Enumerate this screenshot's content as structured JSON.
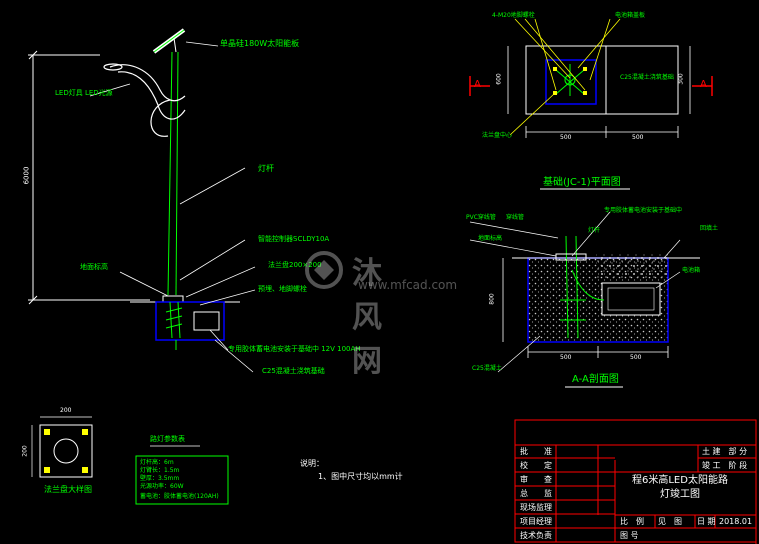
{
  "colors": {
    "background": "#000000",
    "annotation": "#00ff00",
    "outline": "#0000ff",
    "frame": "#ff0000",
    "dimension": "#ffffff",
    "leader": "#ffff00",
    "concrete": "#cccccc"
  },
  "lamp": {
    "label_panel": "单晶硅180W太阳能板",
    "label_lamp": "LED灯具 LED光源",
    "label_pole": "灯杆",
    "label_controller": "智能控制器SCLDY10A",
    "label_flange": "法兰盘200×200",
    "label_ground": "地面标高",
    "label_anchor": "预埋、地脚螺栓",
    "label_battery": "专用胶体蓄电池安装于基础中 12V 100AH",
    "label_concrete": "C25混凝土浇筑基础",
    "height_dim": "6000"
  },
  "plan": {
    "title": "基础(JC-1)平面图",
    "label_bolt": "4-M20地脚螺栓",
    "label_box": "电池箱盖板",
    "label_concrete": "C25混凝土浇筑基础",
    "label_flange": "法兰盘中心",
    "section_mark": "A",
    "dim_left": "500",
    "dim_right": "500",
    "dim_height": "600",
    "dim_side": "300"
  },
  "section": {
    "title": "A-A剖面图",
    "label_pipe": "PVC穿线管",
    "label_tube": "穿线管",
    "label_ground": "地面标高",
    "label_pole": "灯杆",
    "label_note": "专用胶体蓄电池安装于基础中",
    "label_soil": "回填土",
    "label_box": "电池箱",
    "label_concrete": "C25混凝土",
    "dim_height": "800",
    "dim_left": "500",
    "dim_right": "500"
  },
  "flange": {
    "title": "法兰盘大样图",
    "dim_width": "200",
    "dim_height": "200"
  },
  "params": {
    "title": "路灯参数表",
    "rows": [
      "灯杆高：6m",
      "灯臂长：1.5m",
      "壁厚：3.5mm",
      "光源功率：60W",
      "蓄电池：胶体蓄电池(120AH)"
    ]
  },
  "notes": {
    "title": "说明：",
    "line1": "1、图中尺寸均以mm计"
  },
  "titleblock": {
    "approve": "批　　准",
    "check": "校　　定",
    "review": "审　　查",
    "supervise": "总　　监",
    "site_manager": "现场监理",
    "project_manager": "项目经理",
    "tech_lead": "技术负责",
    "dept": "土 建　部 分",
    "stage": "竣 工　阶 段",
    "drawing_title_1": "程6米高LED太阳能路",
    "drawing_title_2": "灯竣工图",
    "scale_label": "比　例",
    "scale_value": "见　图",
    "date_label": "日 期",
    "date_value": "2018.01",
    "drawing_no_label": "图 号"
  },
  "watermark": {
    "name": "沐风网",
    "url": "www.mfcad.com"
  }
}
